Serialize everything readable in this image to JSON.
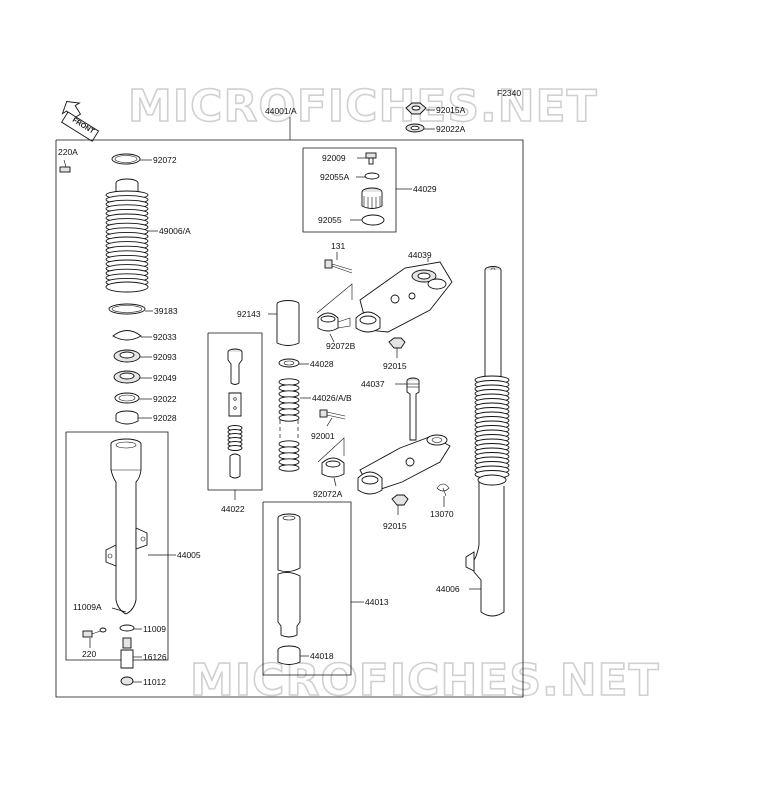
{
  "figure_code": "F2340",
  "front_arrow_label": "FRONT",
  "watermarks": [
    "MICROFICHES.NET",
    "MICROFICHES.NET"
  ],
  "part_labels": {
    "p44001A": "44001/A",
    "p220A": "220A",
    "p92072": "92072",
    "p49006A": "49006/A",
    "p39183": "39183",
    "p92033": "92033",
    "p92093": "92093",
    "p92049": "92049",
    "p92022": "92022",
    "p92028": "92028",
    "p44005": "44005",
    "p11009A": "11009A",
    "p11009": "11009",
    "p220": "220",
    "p16126": "16126",
    "p11012": "11012",
    "p92015A": "92015A",
    "p92022A": "92022A",
    "p92009": "92009",
    "p92055A": "92055A",
    "p44029": "44029",
    "p92055": "92055",
    "p131": "131",
    "p44039": "44039",
    "p92143": "92143",
    "p92072B": "92072B",
    "p92015_top": "92015",
    "p44028": "44028",
    "p44037": "44037",
    "p44026AB": "44026/A/B",
    "p92001": "92001",
    "p44022": "44022",
    "p92072A": "92072A",
    "p92015_bot": "92015",
    "p13070": "13070",
    "p44013": "44013",
    "p44018": "44018",
    "p44006": "44006"
  }
}
